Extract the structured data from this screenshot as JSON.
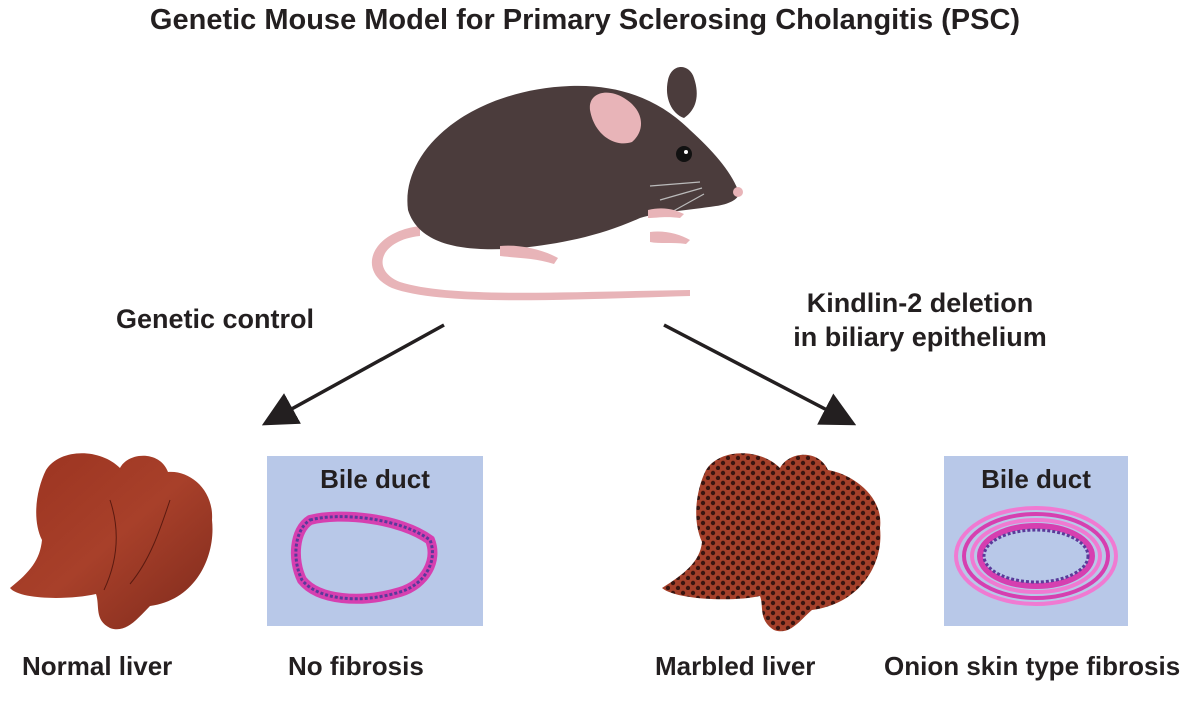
{
  "title": "Genetic Mouse Model for Primary Sclerosing Cholangitis (PSC)",
  "branches": {
    "left": {
      "label": "Genetic control"
    },
    "right": {
      "label_line1": "Kindlin-2 deletion",
      "label_line2": "in biliary epithelium"
    }
  },
  "panels": {
    "left": {
      "title": "Bile duct",
      "caption": "No fibrosis"
    },
    "right": {
      "title": "Bile duct",
      "caption": "Onion skin type fibrosis"
    }
  },
  "livers": {
    "left": {
      "caption": "Normal liver"
    },
    "right": {
      "caption": "Marbled liver"
    }
  },
  "colors": {
    "mouse_body": "#4b3c3c",
    "mouse_pink": "#e8b4b8",
    "liver": "#8b2a1e",
    "panel_bg": "#b8c8e8",
    "duct_pink": "#d63fb0",
    "duct_purple": "#5a3a9a"
  }
}
